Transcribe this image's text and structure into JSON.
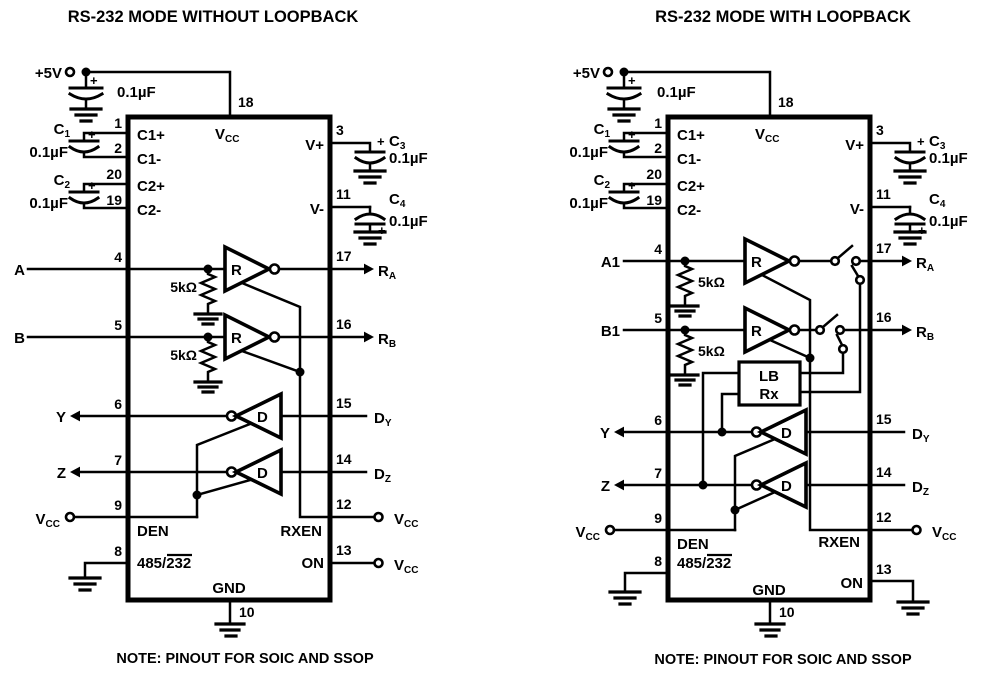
{
  "colors": {
    "ink": "#000000",
    "bg": "#ffffff"
  },
  "diagrams": {
    "left": {
      "title": "RS-232 MODE WITHOUT LOOPBACK",
      "note": "NOTE: PINOUT FOR SOIC AND SSOP",
      "supply": {
        "label": "+5V",
        "cap_value": "0.1µF",
        "plus": "+"
      },
      "caps": {
        "c1": {
          "ref": "C",
          "sub": "1",
          "value": "0.1µF",
          "plus": "+"
        },
        "c2": {
          "ref": "C",
          "sub": "2",
          "value": "0.1µF",
          "plus": "+"
        },
        "c3": {
          "ref": "C",
          "sub": "3",
          "value": "0.1µF",
          "plus": "+"
        },
        "c4": {
          "ref": "C",
          "sub": "4",
          "value": "0.1µF",
          "plus": "+"
        }
      },
      "resistors": {
        "r1": "5kΩ",
        "r2": "5kΩ"
      },
      "pins": {
        "p1": "1",
        "p2": "2",
        "p3": "3",
        "p4": "4",
        "p5": "5",
        "p6": "6",
        "p7": "7",
        "p8": "8",
        "p9": "9",
        "p10": "10",
        "p11": "11",
        "p12": "12",
        "p13": "13",
        "p14": "14",
        "p15": "15",
        "p16": "16",
        "p17": "17",
        "p18": "18",
        "p19": "19",
        "p20": "20"
      },
      "ic": {
        "c1p": "C1+",
        "c1m": "C1-",
        "c2p": "C2+",
        "c2m": "C2-",
        "vcc": "V",
        "vcc_sub": "CC",
        "vplus": "V+",
        "vminus": "V-",
        "den": "DEN",
        "rxen": "RXEN",
        "mode_prefix": "485/",
        "mode_over": "232",
        "on": "ON",
        "gnd": "GND"
      },
      "buffers": {
        "r1": "R",
        "r2": "R",
        "d1": "D",
        "d2": "D"
      },
      "io": {
        "a": "A",
        "b": "B",
        "y": "Y",
        "z": "Z",
        "ra": "R",
        "ra_sub": "A",
        "rb": "R",
        "rb_sub": "B",
        "dy": "D",
        "dy_sub": "Y",
        "dz": "D",
        "dz_sub": "Z",
        "vcc": "V",
        "vcc_sub": "CC"
      }
    },
    "right": {
      "title": "RS-232 MODE WITH LOOPBACK",
      "note": "NOTE: PINOUT FOR SOIC AND SSOP",
      "supply": {
        "label": "+5V",
        "cap_value": "0.1µF",
        "plus": "+"
      },
      "caps": {
        "c1": {
          "ref": "C",
          "sub": "1",
          "value": "0.1µF",
          "plus": "+"
        },
        "c2": {
          "ref": "C",
          "sub": "2",
          "value": "0.1µF",
          "plus": "+"
        },
        "c3": {
          "ref": "C",
          "sub": "3",
          "value": "0.1µF",
          "plus": "+"
        },
        "c4": {
          "ref": "C",
          "sub": "4",
          "value": "0.1µF",
          "plus": "+"
        }
      },
      "resistors": {
        "r1": "5kΩ",
        "r2": "5kΩ"
      },
      "pins": {
        "p1": "1",
        "p2": "2",
        "p3": "3",
        "p4": "4",
        "p5": "5",
        "p6": "6",
        "p7": "7",
        "p8": "8",
        "p9": "9",
        "p10": "10",
        "p11": "11",
        "p12": "12",
        "p13": "13",
        "p14": "14",
        "p15": "15",
        "p16": "16",
        "p17": "17",
        "p18": "18",
        "p19": "19",
        "p20": "20"
      },
      "ic": {
        "c1p": "C1+",
        "c1m": "C1-",
        "c2p": "C2+",
        "c2m": "C2-",
        "vcc": "V",
        "vcc_sub": "CC",
        "vplus": "V+",
        "vminus": "V-",
        "den": "DEN",
        "rxen": "RXEN",
        "mode_prefix": "485/",
        "mode_over": "232",
        "on": "ON",
        "gnd": "GND"
      },
      "lb": {
        "line1": "LB",
        "line2": "Rx"
      },
      "buffers": {
        "r1": "R",
        "r2": "R",
        "d1": "D",
        "d2": "D"
      },
      "io": {
        "a": "A1",
        "b": "B1",
        "y": "Y",
        "z": "Z",
        "ra": "R",
        "ra_sub": "A",
        "rb": "R",
        "rb_sub": "B",
        "dy": "D",
        "dy_sub": "Y",
        "dz": "D",
        "dz_sub": "Z",
        "vcc": "V",
        "vcc_sub": "CC"
      }
    }
  }
}
